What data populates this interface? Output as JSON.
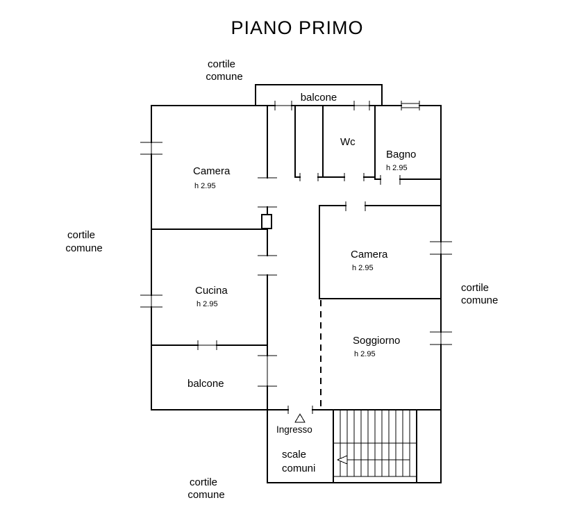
{
  "title": "PIANO PRIMO",
  "colors": {
    "wall": "#000000",
    "background": "#ffffff"
  },
  "exterior": {
    "cortile_top": {
      "line1": "cortile",
      "line2": "comune"
    },
    "cortile_left": {
      "line1": "cortile",
      "line2": "comune"
    },
    "cortile_right": {
      "line1": "cortile",
      "line2": "comune"
    },
    "cortile_bottom": {
      "line1": "cortile",
      "line2": "comune"
    }
  },
  "rooms": {
    "balcone_top": {
      "name": "balcone"
    },
    "camera_nw": {
      "name": "Camera",
      "height": "h 2.95"
    },
    "wc": {
      "name": "Wc"
    },
    "bagno": {
      "name": "Bagno",
      "height": "h 2.95"
    },
    "camera_e": {
      "name": "Camera",
      "height": "h 2.95"
    },
    "cucina": {
      "name": "Cucina",
      "height": "h 2.95"
    },
    "soggiorno": {
      "name": "Soggiorno",
      "height": "h 2.95"
    },
    "balcone_bottom": {
      "name": "balcone"
    },
    "ingresso": {
      "name": "Ingresso"
    },
    "scale_comuni": {
      "line1": "scale",
      "line2": "comuni"
    }
  }
}
